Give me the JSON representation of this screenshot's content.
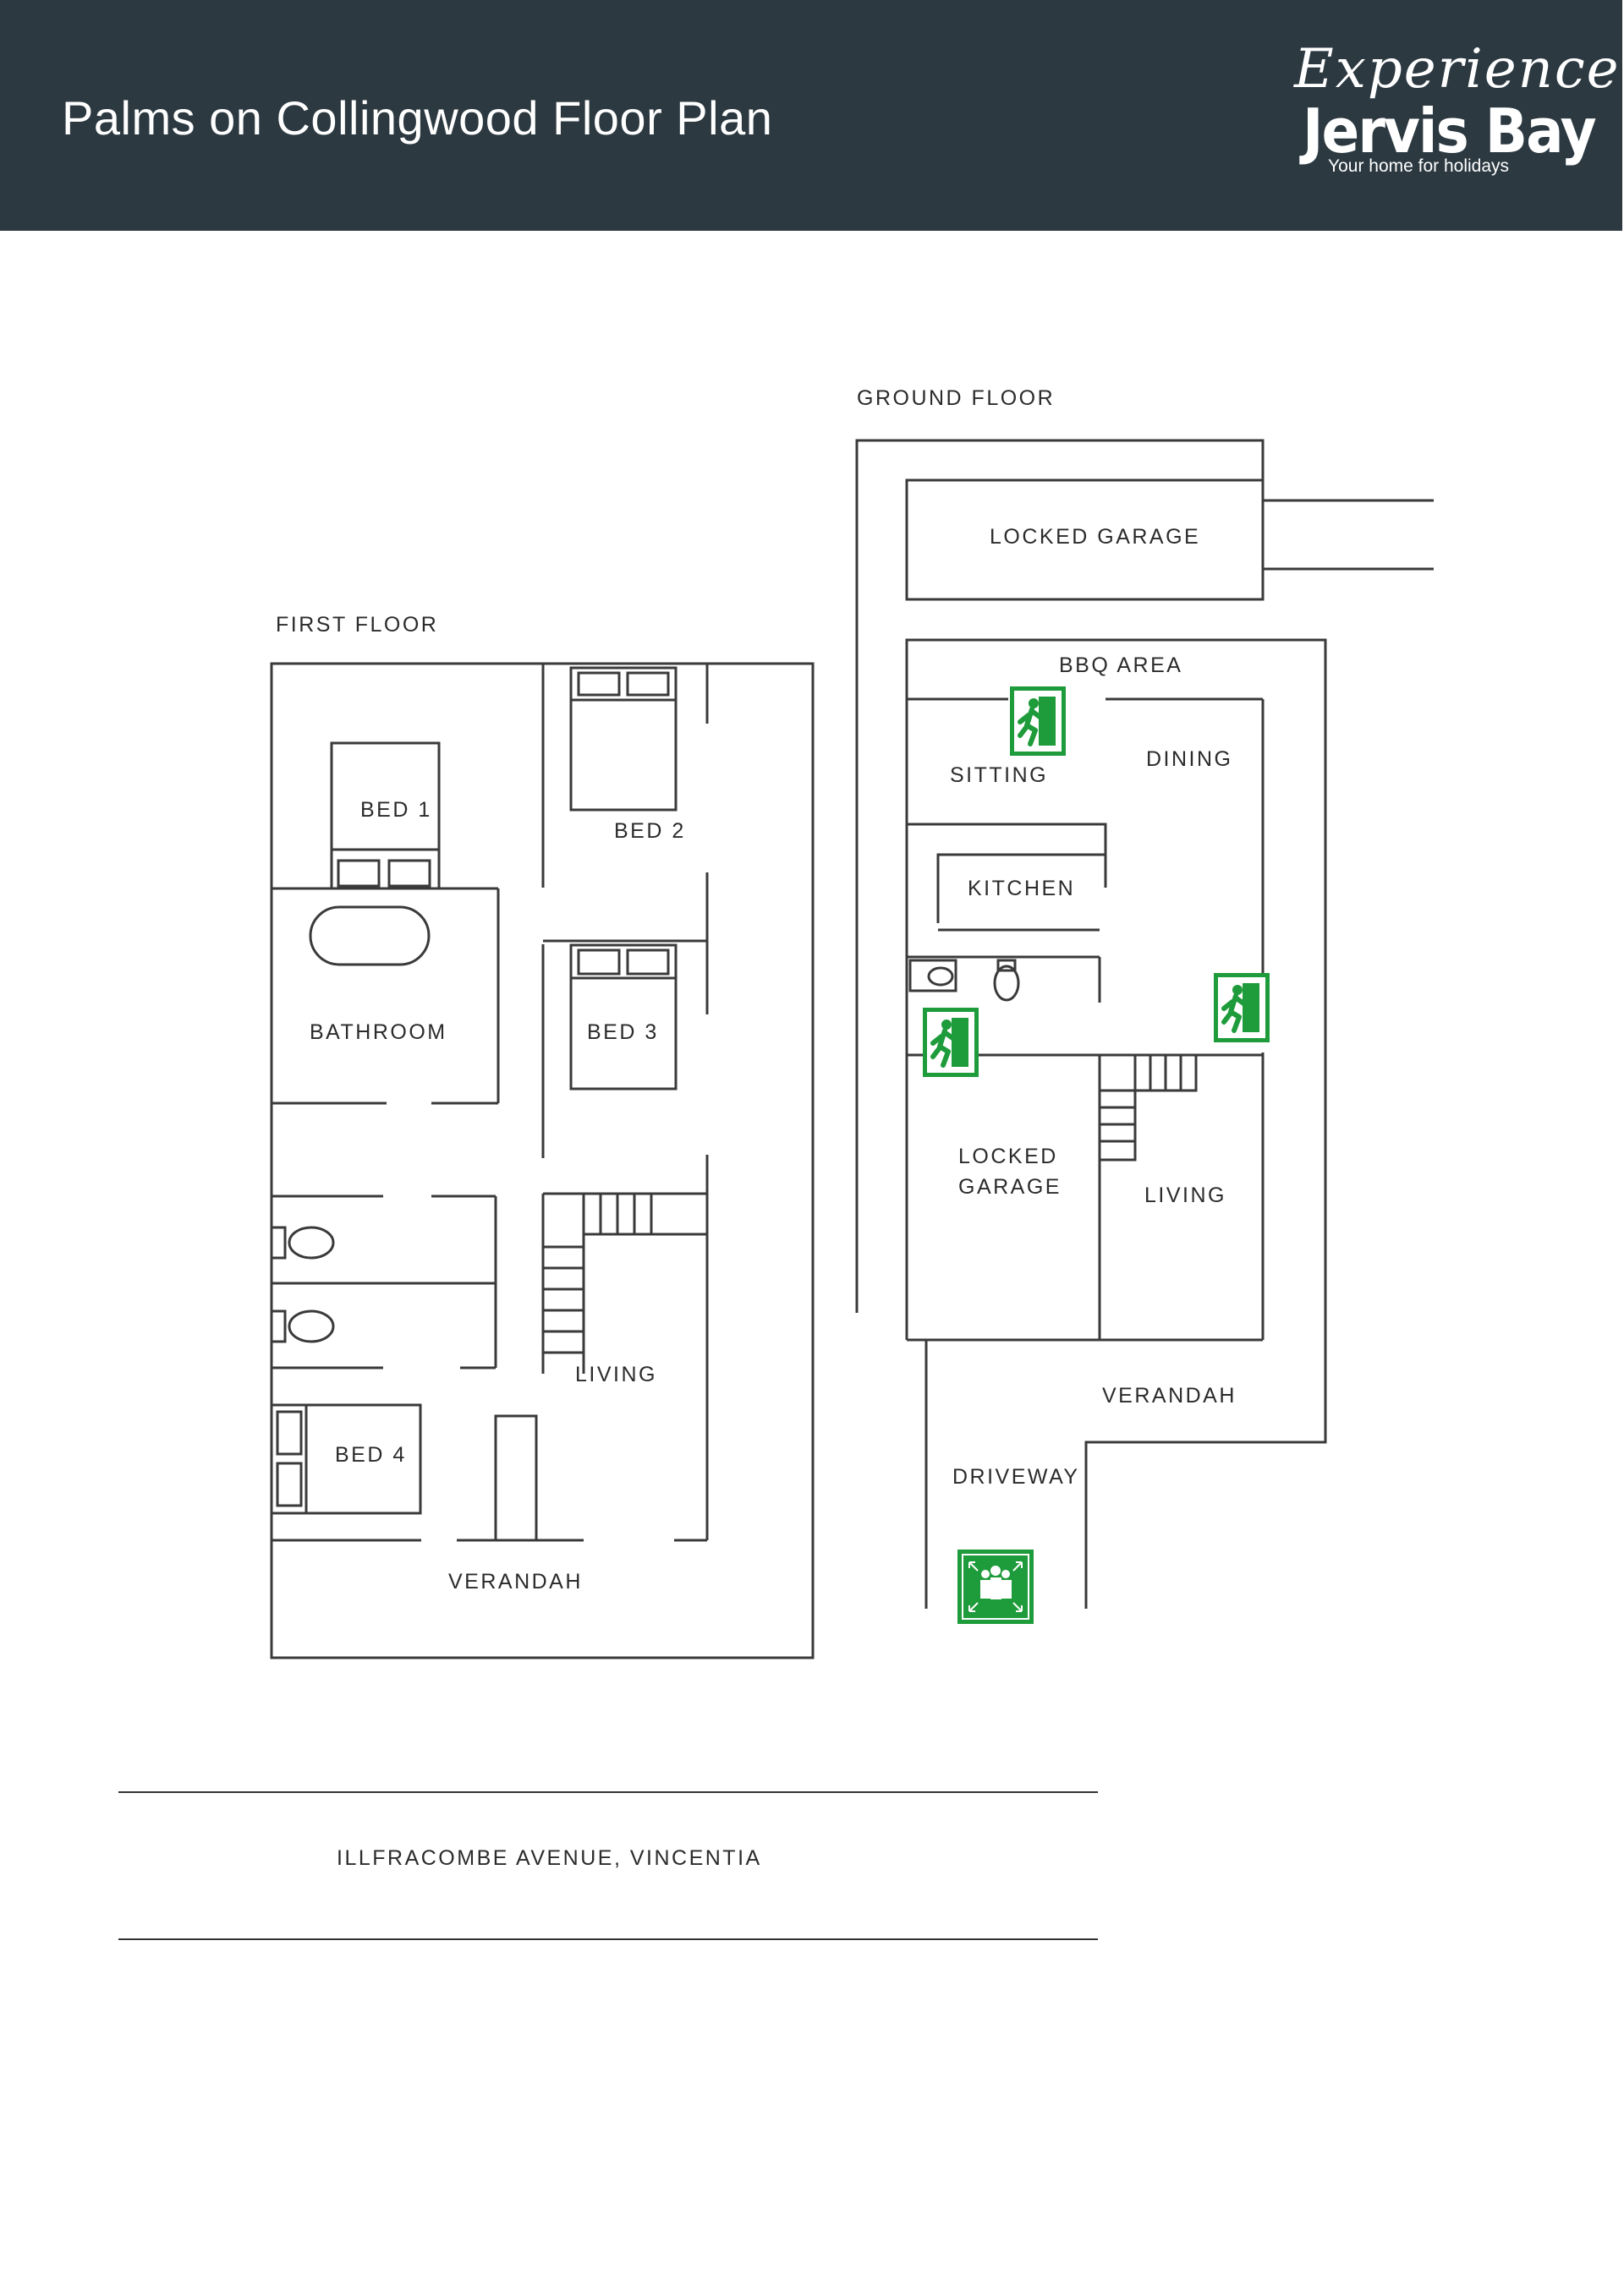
{
  "header": {
    "title": "Palms on Collingwood Floor Plan",
    "logo": {
      "script": "Experience",
      "main": "Jervis Bay",
      "tagline": "Your home for holidays"
    }
  },
  "colors": {
    "header_bg": "#2c3941",
    "exit_sign": "#1e9b3a",
    "wall": "#3a3a3a"
  },
  "icons": [
    "exit-running-man-icon",
    "assembly-point-icon"
  ],
  "first_floor": {
    "label": "FIRST FLOOR",
    "rooms": {
      "bed1": "BED 1",
      "bed2": "BED 2",
      "bathroom": "BATHROOM",
      "bed3": "BED 3",
      "living": "LIVING",
      "bed4": "BED 4",
      "verandah": "VERANDAH"
    }
  },
  "ground_floor": {
    "label": "GROUND FLOOR",
    "rooms": {
      "locked_garage_top": "LOCKED GARAGE",
      "bbq_area": "BBQ AREA",
      "sitting": "SITTING",
      "dining": "DINING",
      "kitchen": "KITCHEN",
      "locked_garage_lower_1": "LOCKED",
      "locked_garage_lower_2": "GARAGE",
      "living": "LIVING",
      "verandah": "VERANDAH",
      "driveway": "DRIVEWAY"
    }
  },
  "street": {
    "name": "ILLFRACOMBE AVENUE, VINCENTIA"
  }
}
